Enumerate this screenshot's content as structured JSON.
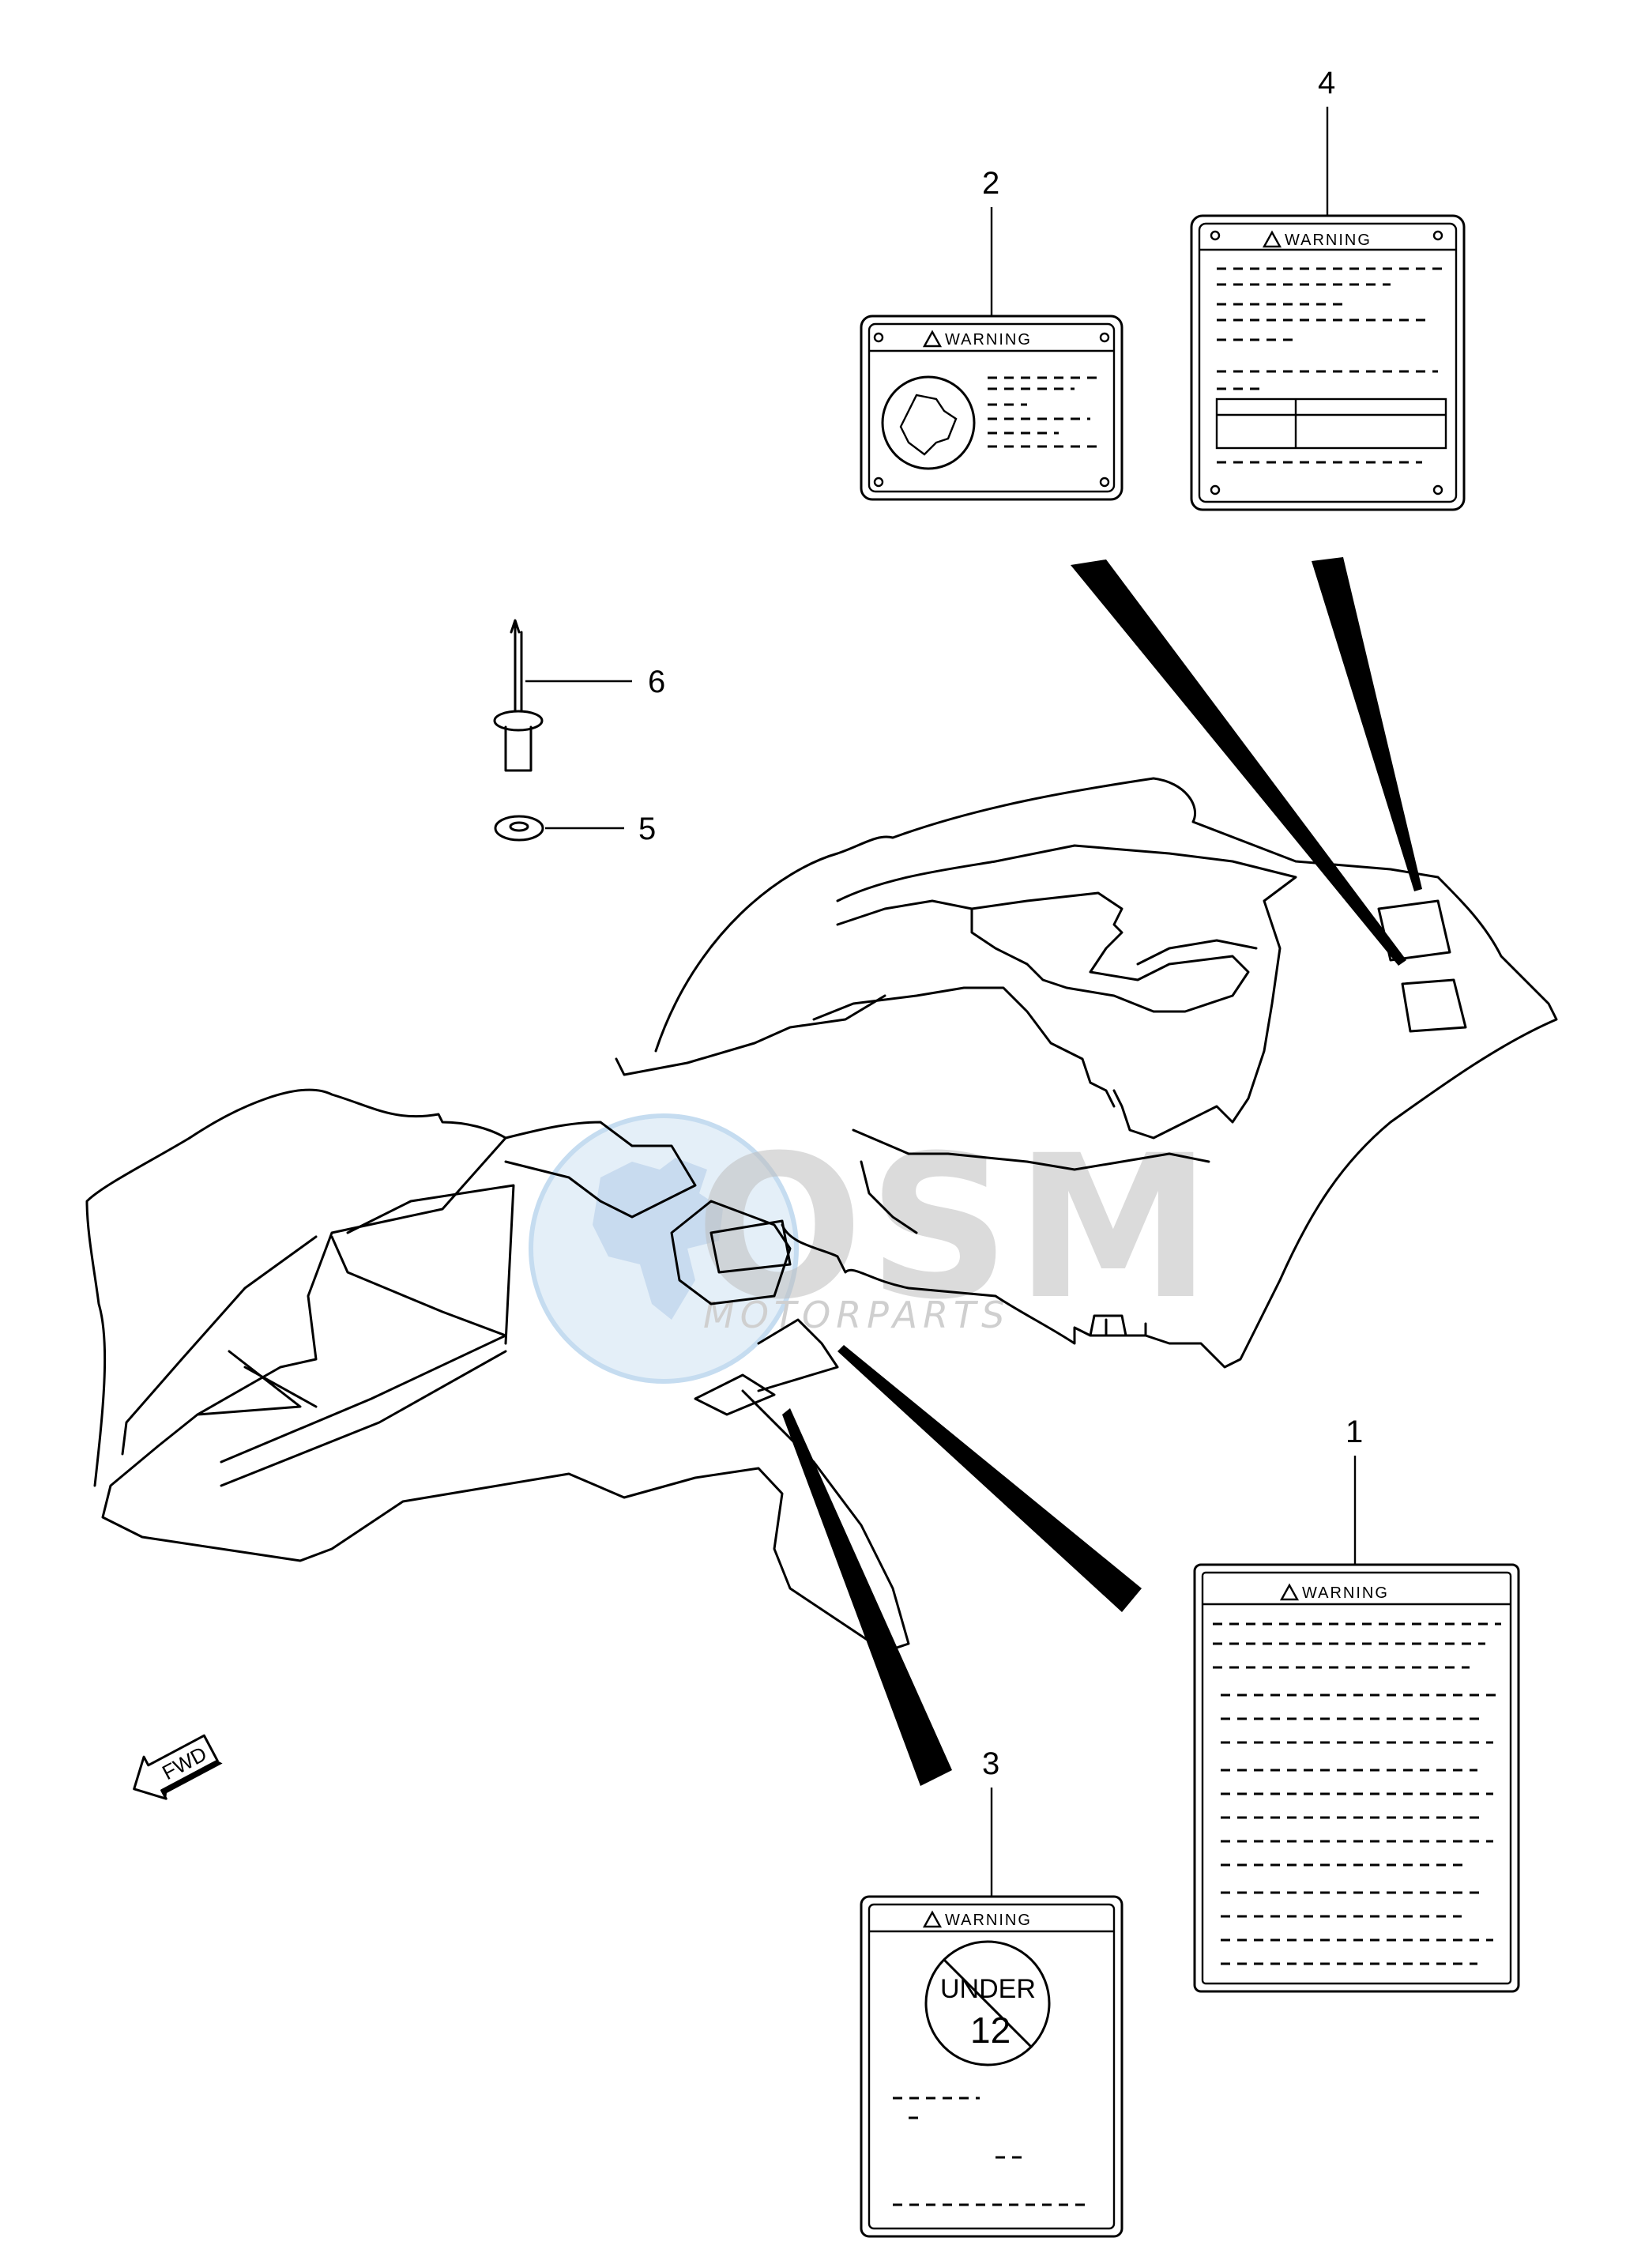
{
  "callouts": [
    {
      "id": "1",
      "text": "1"
    },
    {
      "id": "2",
      "text": "2"
    },
    {
      "id": "3",
      "text": "3"
    },
    {
      "id": "4",
      "text": "4"
    },
    {
      "id": "5",
      "text": "5"
    },
    {
      "id": "6",
      "text": "6"
    }
  ],
  "labels": {
    "warning_title": "WARNING",
    "under_text": "UNDER",
    "age_text": "12"
  },
  "fwd_marker": "FWD",
  "watermark": {
    "logo_text": "OSM",
    "subtitle": "MOTORPARTS"
  }
}
